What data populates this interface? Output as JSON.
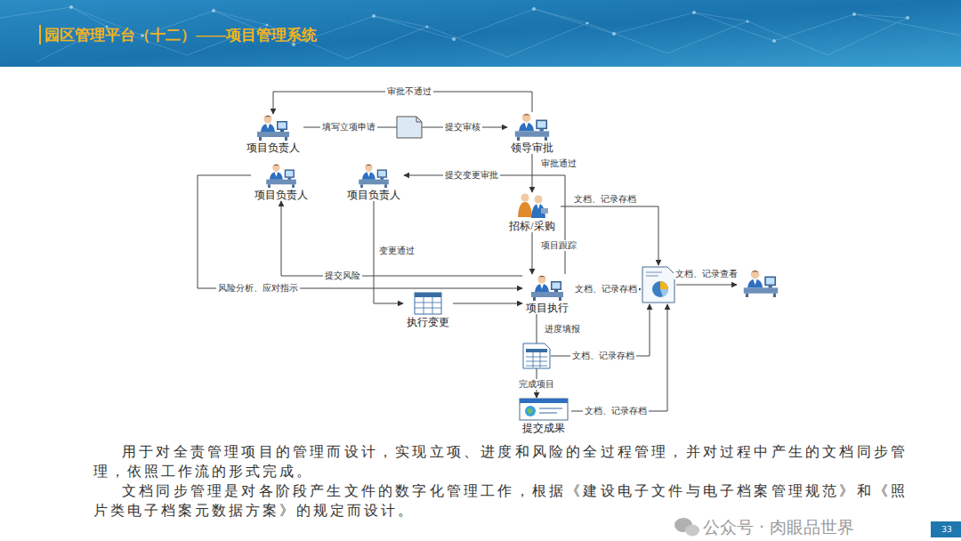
{
  "diagram": {
    "title": "园区管理平台（十二）——项目管理系统",
    "caption": "用于对全责管理项目的管理而设计，实现立项、进度和风险的全过程管理，并对过程中产生的文档同步管理，依照工作流的形式完成。",
    "nodes": [
      {
        "text": [
          "项目负责人"
        ]
      },
      {
        "text": [
          "领导审批"
        ]
      },
      {
        "text": [
          "项目负责人"
        ]
      },
      {
        "text": [
          "项目负责人"
        ]
      },
      {
        "text": [
          "招标/采购"
        ]
      },
      {
        "text": [
          "项目执行"
        ]
      },
      {
        "text": [
          "执行变更"
        ]
      },
      {
        "text": [
          "提交成果"
        ]
      }
    ],
    "edges": [
      {
        "from": 1,
        "to": 0,
        "label": "审批不通过",
        "arrow": "to"
      },
      {
        "from": 0,
        "to": 1,
        "label": "填写立项申请",
        "arrow": "to"
      },
      {
        "from": 1,
        "to": 4,
        "label": "审批通过",
        "arrow": "to"
      },
      {
        "from": 4,
        "to": 5,
        "label": "项目跟踪",
        "arrow": "to"
      },
      {
        "from": 5,
        "to": 2,
        "label": "提交风险",
        "arrow": "to"
      },
      {
        "from": 2,
        "to": 5,
        "label": "风险分析、应对指示",
        "arrow": "to"
      },
      {
        "from": 5,
        "to": 3,
        "label": "提交变更审批",
        "arrow": "to"
      },
      {
        "from": 3,
        "to": 6,
        "label": "变更通过",
        "arrow": "to"
      },
      {
        "from": 6,
        "to": 5,
        "arrow": "to"
      },
      {
        "from": 5,
        "to": 7,
        "label": "进度填报",
        "arrow": "to"
      }
    ],
    "labels": [
      "提交审核",
      "完成项目",
      "文档、记录存档",
      "文档、记录存档",
      "文档、记录存档",
      "文档、记录存档",
      "文档、记录查看",
      "文档同步管理是对各阶段产生文件的数字化管理工作，根据《建设电子文件与电子档案管理规范》和《照片类电子档案元数据方案》的规定而设计。",
      "公众号 · 肉眼品世界",
      "33"
    ]
  }
}
